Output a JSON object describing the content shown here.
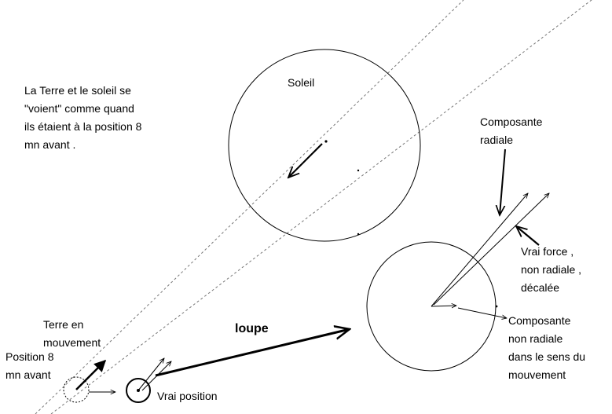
{
  "labels": {
    "explanation": "La Terre et le soleil se\n\"voient\" comme quand\nils étaient à la position 8\nmn avant .",
    "soleil": "Soleil",
    "composante_radiale": "Composante\nradiale",
    "vrai_force": "Vrai force ,\nnon radiale ,\ndécalée",
    "loupe": "loupe",
    "terre_en_mouvement": "Terre en\nmouvement",
    "position_8": "Position 8\nmn avant",
    "vrai_position": "Vrai position",
    "composante_non_radiale": "Composante\nnon radiale\ndans le sens du\nmouvement"
  },
  "colors": {
    "stroke": "#000000",
    "dashed": "#777777",
    "background": "#ffffff"
  }
}
